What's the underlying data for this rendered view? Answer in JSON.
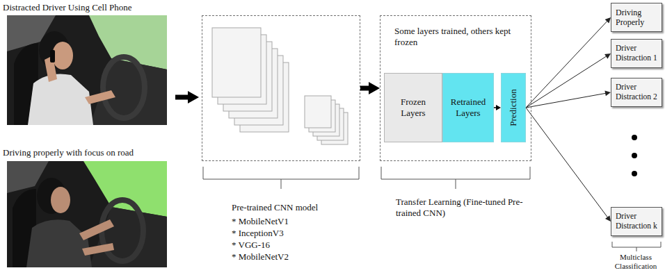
{
  "diagram": {
    "nodes": [
      {
        "text": [
          "Pre-trained CNN model",
          "* MobileNetV1",
          "* InceptionV3",
          "* VGG-16",
          "* MobileNetV2"
        ]
      },
      {
        "text": [
          "Some layers trained, others kept frozen",
          "Transfer Learning (Fine-tuned Pre-trained CNN)"
        ]
      },
      {
        "text": [
          "Frozen Layers"
        ],
        "in": 1
      },
      {
        "text": [
          "Retrained Layers"
        ],
        "in": 1
      },
      {
        "text": [
          "Prediction"
        ],
        "in": 1
      },
      {
        "text": [
          "Driving Properly"
        ]
      },
      {
        "text": [
          "Driver Distraction 1"
        ]
      },
      {
        "text": [
          "Driver Distraction 2"
        ]
      },
      {
        "text": [
          "Driver Distraction k"
        ]
      }
    ],
    "edges": [
      {
        "from": 0,
        "to": 1,
        "arrow": "to"
      },
      {
        "from": 3,
        "to": 4,
        "arrow": "to"
      },
      {
        "from": 4,
        "to": 5,
        "arrow": "to"
      },
      {
        "from": 4,
        "to": 6,
        "arrow": "to"
      },
      {
        "from": 4,
        "to": 7,
        "arrow": "to"
      },
      {
        "from": 4,
        "to": 8,
        "arrow": "to"
      }
    ],
    "labels": [
      "Distracted Driver Using Cell Phone",
      "Driving properly with focus on road",
      "Multiclass Classification"
    ]
  }
}
